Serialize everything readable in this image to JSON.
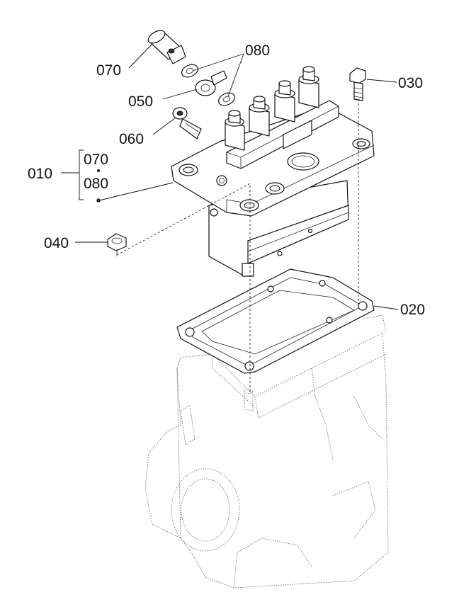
{
  "callouts": {
    "c070": "070",
    "c080": "080",
    "c050": "050",
    "c060": "060",
    "c010": "010",
    "c010_070": "070",
    "c010_080": "080",
    "c040": "040",
    "c030": "030",
    "c020": "020"
  },
  "colors": {
    "line": "#111111",
    "ghost": "#666666",
    "background": "#ffffff"
  }
}
